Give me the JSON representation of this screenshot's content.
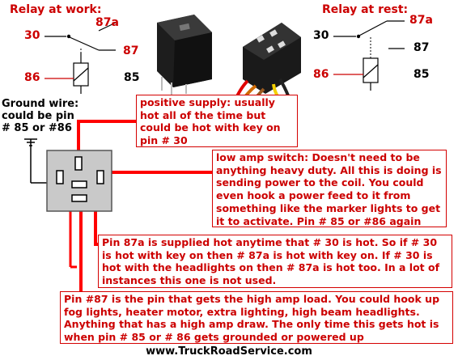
{
  "relay_work": {
    "title": "Relay at work:",
    "pin_87a": "87a",
    "pin_30": "30",
    "pin_87": "87",
    "pin_86": "86",
    "pin_85": "85"
  },
  "relay_rest": {
    "title": "Relay at rest:",
    "pin_87a": "87a",
    "pin_30": "30",
    "pin_87": "87",
    "pin_86": "86",
    "pin_85": "85"
  },
  "ground": {
    "text": "Ground wire: could be pin # 85 or #86"
  },
  "callouts": {
    "positive_supply": "positive supply: usually hot all of the time but could be hot with key on pin # 30",
    "low_amp_switch": "low amp switch: Doesn't need to be anything heavy duty. All this is doing is sending power to the coil. You could even hook a power feed to it from something like the marker lights to get it to activate. Pin # 85 or #86 again",
    "pin_87a": "Pin 87a is supplied hot anytime that # 30 is hot. So if # 30 is hot with key on then # 87a is hot with key on. If # 30 is hot with the headlights on then # 87a is hot too. In a lot of instances this one is not used.",
    "pin_87": "Pin #87 is the pin that gets the high amp load. You could hook up fog lights, heater motor, extra lighting, high beam headlights. Anything that has a high amp draw. The only time this gets hot is when pin # 85 or # 86 gets grounded or powered up"
  },
  "footer": "www.TruckRoadService.com",
  "colors": {
    "accent_red": "#cc0000",
    "wire_red": "#ff0000",
    "relay_body": "#222222",
    "socket_gray": "#c9c9c9"
  }
}
